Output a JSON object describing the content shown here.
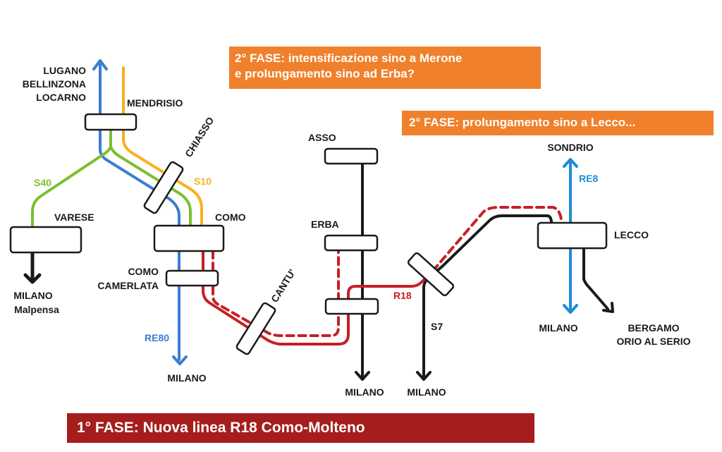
{
  "colors": {
    "blue": "#3a7dd1",
    "green": "#7cbf2f",
    "yellow": "#f7b21c",
    "red": "#c42026",
    "black": "#1a1a1a",
    "light_blue": "#1a8fd6",
    "orange_banner": "#f0802c",
    "red_banner": "#a61d1d"
  },
  "banners": {
    "phase2_merone": {
      "line1": "2° FASE: intensificazione sino a Merone",
      "line2": "e prolungamento sino ad Erba?"
    },
    "phase2_lecco": "2° FASE: prolungamento sino a Lecco...",
    "phase1": "1° FASE: Nuova linea R18 Como-Molteno"
  },
  "stations": {
    "lugano": [
      "LUGANO",
      "BELLINZONA",
      "LOCARNO"
    ],
    "mendrisio": "MENDRISIO",
    "chiasso": "CHIASSO",
    "varese": "VARESE",
    "milano_malpensa": [
      "MILANO",
      "Malpensa"
    ],
    "como": "COMO",
    "como_camerlata": [
      "COMO",
      "CAMERLATA"
    ],
    "milano_re80": "MILANO",
    "cantu": "CANTU'",
    "asso": "ASSO",
    "erba": "ERBA",
    "milano_asso_line": "MILANO",
    "milano_s7": "MILANO",
    "sondrio": "SONDRIO",
    "lecco": "LECCO",
    "milano_re8": "MILANO",
    "bergamo": [
      "BERGAMO",
      "ORIO AL SERIO"
    ]
  },
  "lines": {
    "s40": "S40",
    "s10": "S10",
    "re80": "RE80",
    "r18": "R18",
    "s7": "S7",
    "re8": "RE8"
  }
}
